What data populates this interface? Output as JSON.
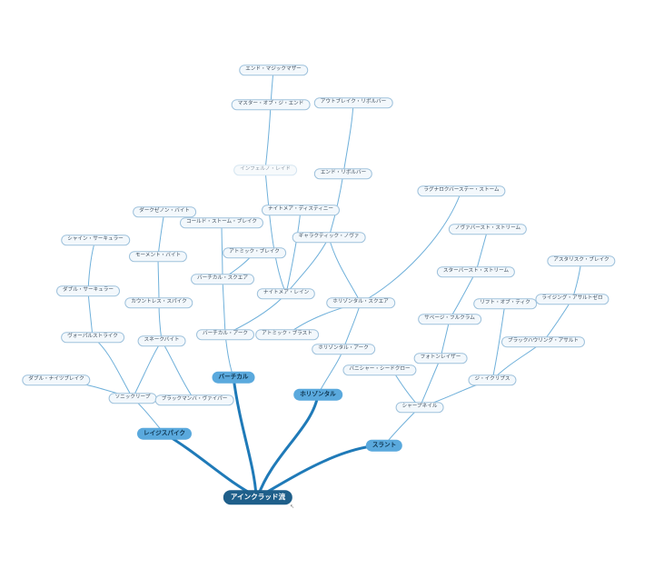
{
  "root": {
    "label": "アインクラッド流"
  },
  "branches": {
    "raise": "レイジスパイク",
    "vertical": "バーチカル",
    "horizontal": "ホリゾンタル",
    "slant": "スラント"
  },
  "nodes": {
    "double_nineblade": "ダブル・ナイツブレイク",
    "sonic_leap": "ソニックリープ",
    "black_mamba": "ブラックマンバ・ヴァイパー",
    "vorpal_strike": "ヴォーパルストライク",
    "snake_bite": "スネークバイト",
    "double_circular": "ダブル・サーキュラー",
    "countless_spike": "カウントレス・スパイク",
    "moment_bite": "モーメント・バイト",
    "dark_zeno_bite": "ダークゼノン・バイト",
    "shine_circular": "シャイン・サーキュラー",
    "cold_storm_break": "コールド・ストーム・ブレイク",
    "vertical_arc": "バーチカル・アーク",
    "vertical_square": "バーチカル・スクエア",
    "atomic_break": "アトミック・ブレイク",
    "nightmare_rain": "ナイトメア・レイン",
    "nightmare_destiny": "ナイトメア・ディスティニー",
    "inferno_raid": "インフェルノ・レイド",
    "master_of_the_end": "マスター・オブ・ジ・エンド",
    "end_magic_mother": "エンド・マジックマザー",
    "outbreak_revolver": "アウトブレイク・リボルバー",
    "end_revolver": "エンド・リボルバー",
    "galactic_nova": "ギャラクティック・ノヴァ",
    "horizontal_square": "ホリゾンタル・スクエア",
    "ragnarok_burst_storm": "ラグナロクバーステー・ストーム",
    "atomic_blast": "アトミック・ブラスト",
    "horizontal_arc": "ホリゾンタル・アーク",
    "sharp_nail": "シャープネイル",
    "vanisher_sheed_claw": "バニシャー・シードクロー",
    "photon_razor": "フォトンレイザー",
    "savage_fulcrum": "サベージ・フルクラム",
    "starburst_stream": "スターバースト・ストリーム",
    "nova_burst_stream": "ノヴァバースト・ストリーム",
    "the_eclipse": "ジ・イクリプス",
    "rift_of_tic": "リフト・オブ・ティク",
    "black_howling_assault": "ブラックハウリング・アサルト",
    "rising_assault_zero": "ライジング・アサルトゼロ",
    "asterisk_break": "アスタリスク・ブレイク"
  },
  "colors": {
    "root": "#1f5f8a",
    "branch": "#5aa9dd",
    "trunk_line": "#1f7ab8",
    "twig_line": "#7ab8de",
    "node_border": "#9fc2dc"
  }
}
